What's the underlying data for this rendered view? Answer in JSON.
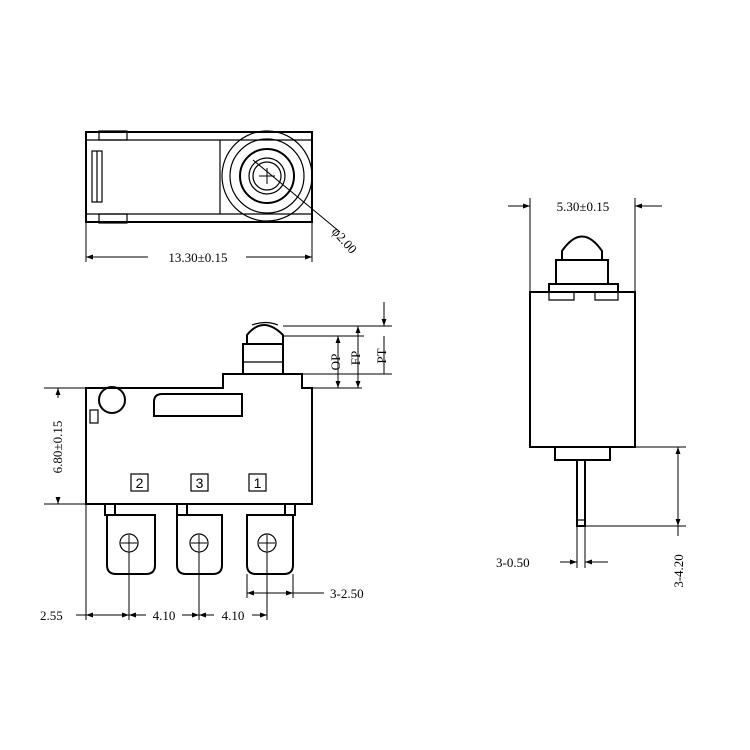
{
  "drawing": {
    "top_view": {
      "width_dim": "13.30±0.15",
      "plunger_dia": "φ2.00"
    },
    "front_view": {
      "height_dim": "6.80±0.15",
      "op_label": "OP",
      "fp_label": "FP",
      "pt_label": "PT",
      "terminal_labels": [
        "2",
        "3",
        "1"
      ],
      "terminal_width": "3-2.50",
      "offset_left": "2.55",
      "pitch_1": "4.10",
      "pitch_2": "4.10"
    },
    "side_view": {
      "width_dim": "5.30±0.15",
      "terminal_thickness": "3-0.50",
      "terminal_length": "3-4.20"
    }
  }
}
